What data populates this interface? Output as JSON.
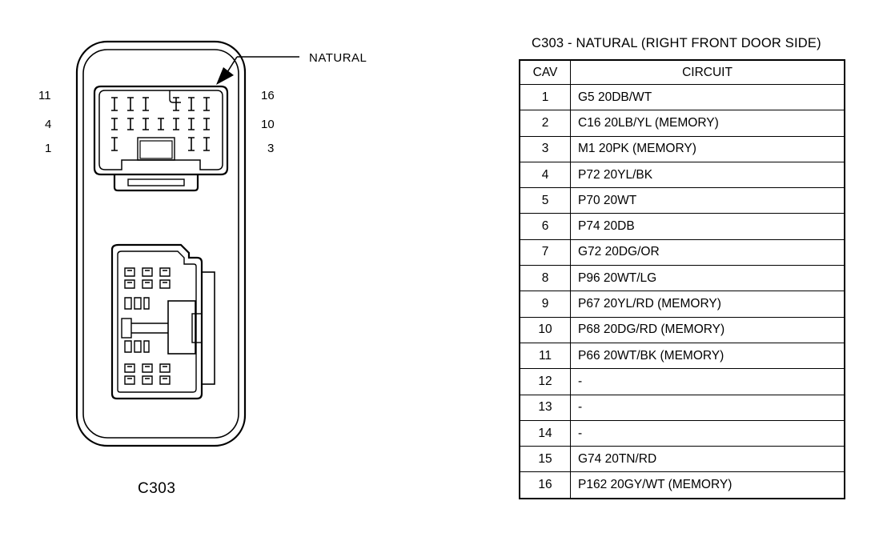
{
  "connector": {
    "id": "C303",
    "color_callout": "NATURAL",
    "pin_labels": {
      "top_left": "11",
      "middle_left": "4",
      "bottom_left": "1",
      "top_right": "16",
      "middle_right": "10",
      "bottom_right": "3"
    }
  },
  "table": {
    "title": "C303 - NATURAL (RIGHT FRONT DOOR SIDE)",
    "headers": {
      "cav": "CAV",
      "circuit": "CIRCUIT"
    },
    "rows": [
      {
        "cav": "1",
        "circuit": "G5 20DB/WT"
      },
      {
        "cav": "2",
        "circuit": "C16 20LB/YL (MEMORY)"
      },
      {
        "cav": "3",
        "circuit": "M1 20PK (MEMORY)"
      },
      {
        "cav": "4",
        "circuit": "P72 20YL/BK"
      },
      {
        "cav": "5",
        "circuit": "P70 20WT"
      },
      {
        "cav": "6",
        "circuit": "P74 20DB"
      },
      {
        "cav": "7",
        "circuit": "G72 20DG/OR"
      },
      {
        "cav": "8",
        "circuit": "P96 20WT/LG"
      },
      {
        "cav": "9",
        "circuit": "P67 20YL/RD (MEMORY)"
      },
      {
        "cav": "10",
        "circuit": "P68 20DG/RD (MEMORY)"
      },
      {
        "cav": "11",
        "circuit": "P66 20WT/BK (MEMORY)"
      },
      {
        "cav": "12",
        "circuit": "-"
      },
      {
        "cav": "13",
        "circuit": "-"
      },
      {
        "cav": "14",
        "circuit": "-"
      },
      {
        "cav": "15",
        "circuit": "G74 20TN/RD"
      },
      {
        "cav": "16",
        "circuit": "P162 20GY/WT (MEMORY)"
      }
    ]
  }
}
